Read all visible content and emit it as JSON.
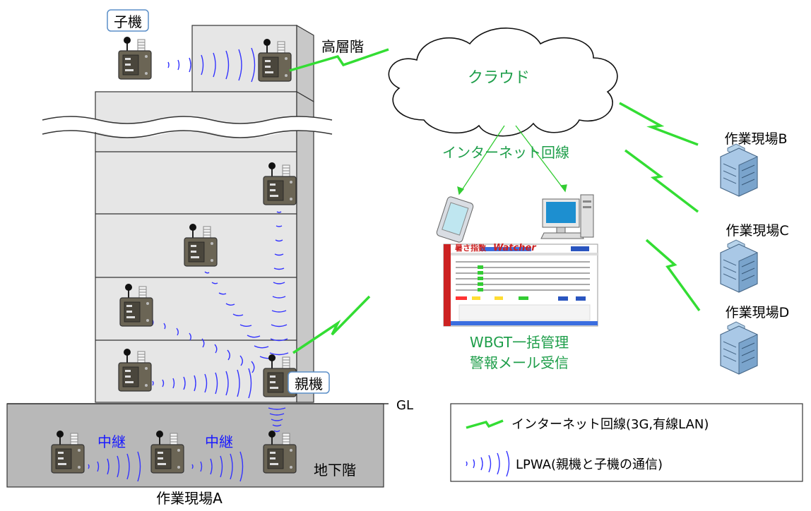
{
  "labels": {
    "child": "子機",
    "parent": "親機",
    "high_floor": "高層階",
    "cloud": "クラウド",
    "internet_line": "インターネット回線",
    "gl": "GL",
    "basement": "地下階",
    "relay1": "中継",
    "relay2": "中継",
    "site_a": "作業現場A",
    "site_b": "作業現場B",
    "site_c": "作業現場C",
    "site_d": "作業現場D",
    "wbgt_line1": "WBGT一括管理",
    "wbgt_line2": "警報メール受信"
  },
  "legend": {
    "internet": "インターネット回線(3G,有線LAN)",
    "lpwa": "LPWA(親機と子機の通信)"
  },
  "app": {
    "logo": "暑さ指数",
    "title": "Watcher"
  },
  "colors": {
    "green_line": "#33dd33",
    "green_text": "#1e9e4a",
    "blue_wave": "#3333ff",
    "building": "#e6e6e6",
    "basement": "#b8b8b8"
  }
}
